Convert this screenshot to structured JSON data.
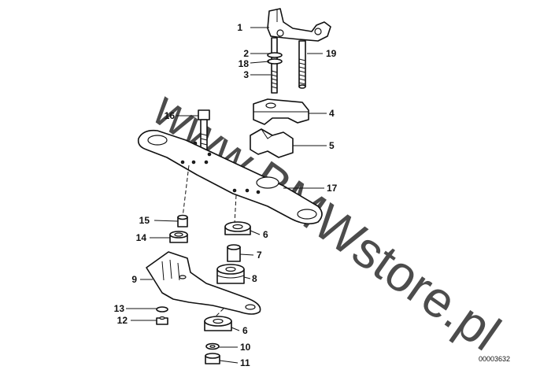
{
  "diagram": {
    "watermark": "www.BMWstore.pl",
    "drawing_number": "00003632",
    "callouts": [
      {
        "id": "c1",
        "text": "1"
      },
      {
        "id": "c2",
        "text": "2"
      },
      {
        "id": "c18",
        "text": "18"
      },
      {
        "id": "c3",
        "text": "3"
      },
      {
        "id": "c19",
        "text": "19"
      },
      {
        "id": "c4",
        "text": "4"
      },
      {
        "id": "c16",
        "text": "16"
      },
      {
        "id": "c5",
        "text": "5"
      },
      {
        "id": "c17",
        "text": "17"
      },
      {
        "id": "c15",
        "text": "15"
      },
      {
        "id": "c14",
        "text": "14"
      },
      {
        "id": "c6a",
        "text": "6"
      },
      {
        "id": "c7",
        "text": "7"
      },
      {
        "id": "c9",
        "text": "9"
      },
      {
        "id": "c8",
        "text": "8"
      },
      {
        "id": "c13",
        "text": "13"
      },
      {
        "id": "c12",
        "text": "12"
      },
      {
        "id": "c6b",
        "text": "6"
      },
      {
        "id": "c10",
        "text": "10"
      },
      {
        "id": "c11",
        "text": "11"
      }
    ]
  }
}
